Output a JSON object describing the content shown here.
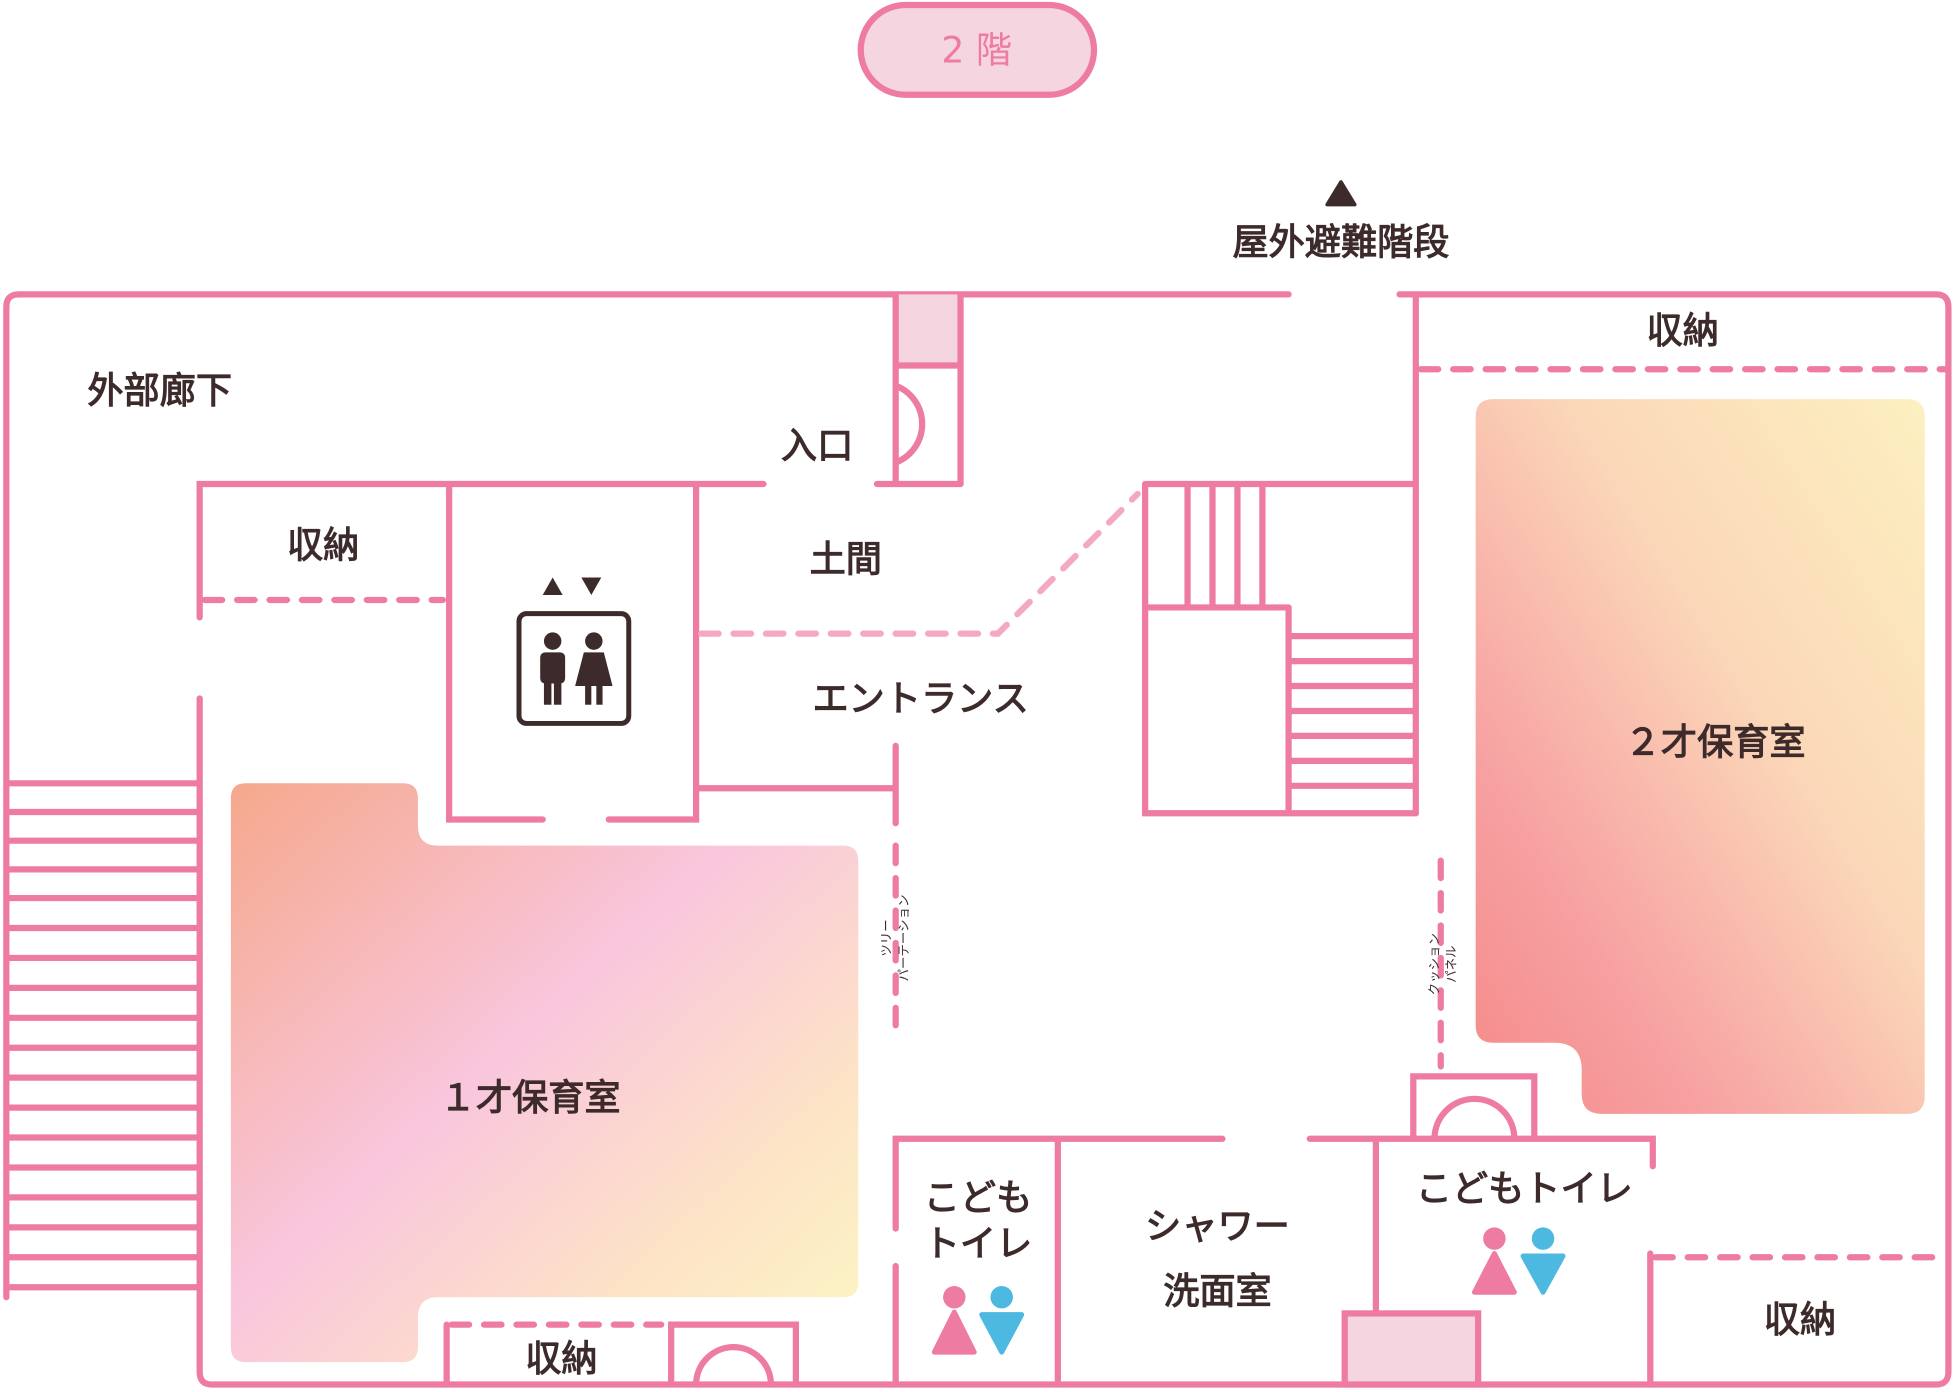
{
  "floor_badge": "2 階",
  "colors": {
    "wall": "#ee7ba1",
    "fill_light": "#f5d5e0",
    "text": "#3d2b2b",
    "girl": "#ee7ba1",
    "boy": "#4db8e0"
  },
  "labels": {
    "evac_stairs": "屋外避難階段",
    "outer_corridor": "外部廊下",
    "entrance_door": "入口",
    "doma": "土間",
    "entrance": "エントランス",
    "storage_top_left": "収納",
    "storage_top_right": "収納",
    "storage_bottom": "収納",
    "storage_bottom_right": "収納",
    "room_1yr": "１才保育室",
    "room_2yr": "２才保育室",
    "kids_toilet_left_1": "こども",
    "kids_toilet_left_2": "トイレ",
    "kids_toilet_right": "こどもトイレ",
    "shower_1": "シャワー",
    "shower_2": "洗面室",
    "tree_partition_1": "ツリー",
    "tree_partition_2": "パーテーション",
    "cushion_panel_1": "クッション",
    "cushion_panel_2": "パネル"
  },
  "icons": [
    "up-arrow-icon",
    "elevator-icon",
    "toilet-icon"
  ]
}
